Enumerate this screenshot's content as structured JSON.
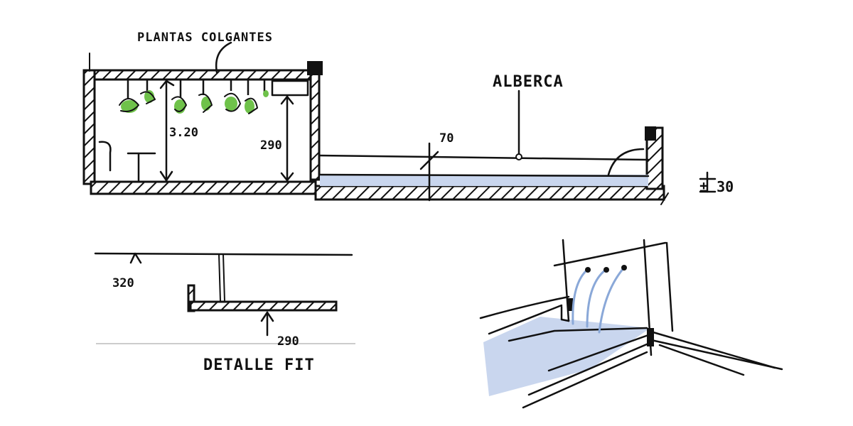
{
  "section": {
    "plants_label": "PLANTAS COLGANTES",
    "height_total": "3.20",
    "height_clear": "290",
    "pool_label": "ALBERCA",
    "pool_depth": "70",
    "level_mark": "± 30"
  },
  "detail": {
    "upper_value": "320",
    "lower_value": "290",
    "caption": "DETALLE FIT"
  },
  "colors": {
    "ink": "#111111",
    "plants": "#6fc24a",
    "water": "#c9d6ee",
    "jets": "#8aa8d8"
  }
}
